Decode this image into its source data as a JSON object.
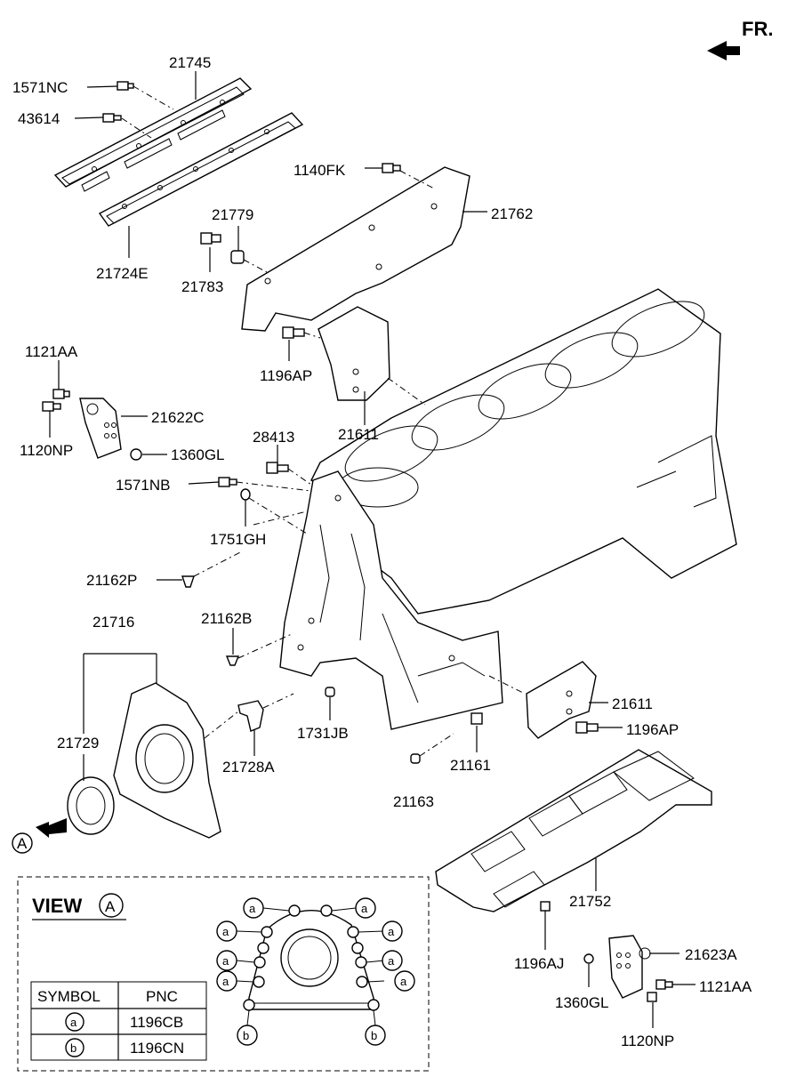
{
  "header": {
    "direction_label": "FR."
  },
  "labels": {
    "p21745": "21745",
    "p1571NC": "1571NC",
    "p43614": "43614",
    "p1140FK": "1140FK",
    "p21762": "21762",
    "p21779": "21779",
    "p21783": "21783",
    "p21724E": "21724E",
    "p1121AA_top": "1121AA",
    "p1120NP_top": "1120NP",
    "p21622C": "21622C",
    "p1360GL_top": "1360GL",
    "p1196AP_top": "1196AP",
    "p21611_top": "21611",
    "p28413": "28413",
    "p1571NB": "1571NB",
    "p1751GH": "1751GH",
    "p21162P": "21162P",
    "p21162B": "21162B",
    "p21716": "21716",
    "p21729": "21729",
    "p21728A": "21728A",
    "p1731JB": "1731JB",
    "p21163": "21163",
    "p21161": "21161",
    "p21611_bot": "21611",
    "p1196AP_bot": "1196AP",
    "p21752": "21752",
    "p1196AJ": "1196AJ",
    "p21623A": "21623A",
    "p1360GL_bot": "1360GL",
    "p1121AA_bot": "1121AA",
    "p1120NP_bot": "1120NP",
    "view_marker": "A"
  },
  "view": {
    "title": "VIEW",
    "title_marker": "A",
    "marker_a": "a",
    "marker_b": "b"
  },
  "table": {
    "headers": [
      "SYMBOL",
      "PNC"
    ],
    "rows": [
      {
        "symbol": "a",
        "pnc": "1196CB"
      },
      {
        "symbol": "b",
        "pnc": "1196CN"
      }
    ]
  }
}
